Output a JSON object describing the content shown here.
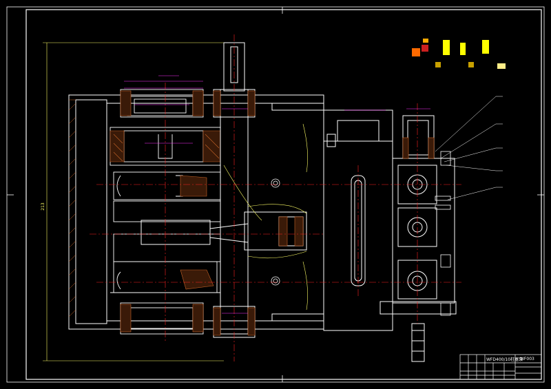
{
  "drawing": {
    "overall_dimension": "213",
    "title_block": {
      "drawing_name": "WFD400/10柱塞泵",
      "drawing_number": "WF003"
    }
  },
  "colors": {
    "background": "#000000",
    "outline": "#ffffff",
    "centerline": "#ff2020",
    "dimension": "#ff33ff",
    "hatch": "#c86428",
    "hidden": "#ffff66",
    "leader": "#ffffff",
    "frame": "#ffffff"
  }
}
